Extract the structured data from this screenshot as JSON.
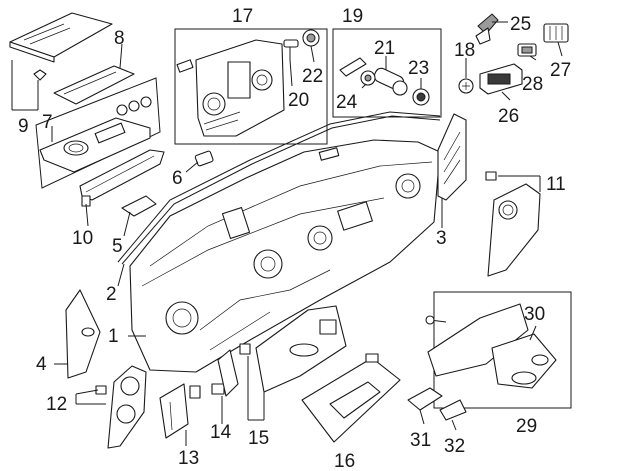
{
  "diagram": {
    "callouts": [
      "1",
      "2",
      "3",
      "4",
      "5",
      "6",
      "7",
      "8",
      "9",
      "10",
      "11",
      "12",
      "13",
      "14",
      "15",
      "16",
      "17",
      "18",
      "19",
      "20",
      "21",
      "22",
      "23",
      "24",
      "25",
      "26",
      "27",
      "28",
      "29",
      "30",
      "31",
      "32"
    ],
    "colors": {
      "ink": "#1a1a1a",
      "shade": "#3a3a3a",
      "mid": "#9a9a9a",
      "paper": "#ffffff"
    }
  }
}
